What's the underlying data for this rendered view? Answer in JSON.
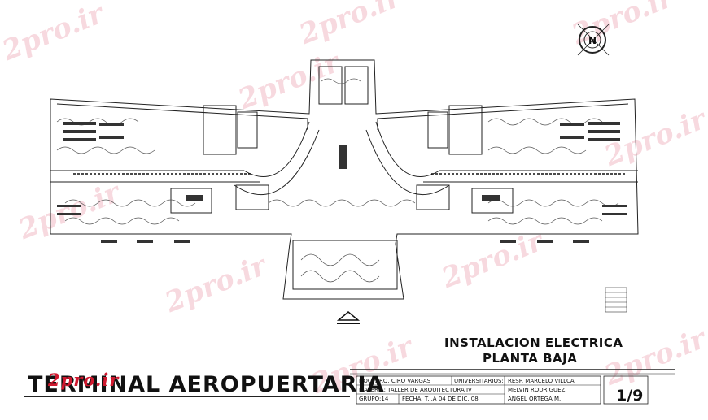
{
  "drawing": {
    "title": "TERMINAL AEROPUERTARIA",
    "logo_overlay": "2pro.ir",
    "subtitle_line1": "INSTALACION ELECTRICA",
    "subtitle_line2": "PLANTA BAJA",
    "sheet_number": "1/9"
  },
  "title_block": {
    "doc": "DOC. ARQ. CIRO VARGAS",
    "materia": "MATERIA: TALLER DE ARQUITECTURA IV",
    "grupo": "GRUPO:14",
    "fecha": "FECHA: T.I.A 04 DE DIC. 08",
    "universitarios": "UNIVERSITARIOS:",
    "resp": "RESP. MARCELO VILLCA",
    "student2": "MELVIN RODRIGUEZ",
    "student3": "ANGEL ORTEGA M."
  },
  "compass": {
    "label": "N"
  },
  "watermark": {
    "text": "2pro.ir"
  }
}
